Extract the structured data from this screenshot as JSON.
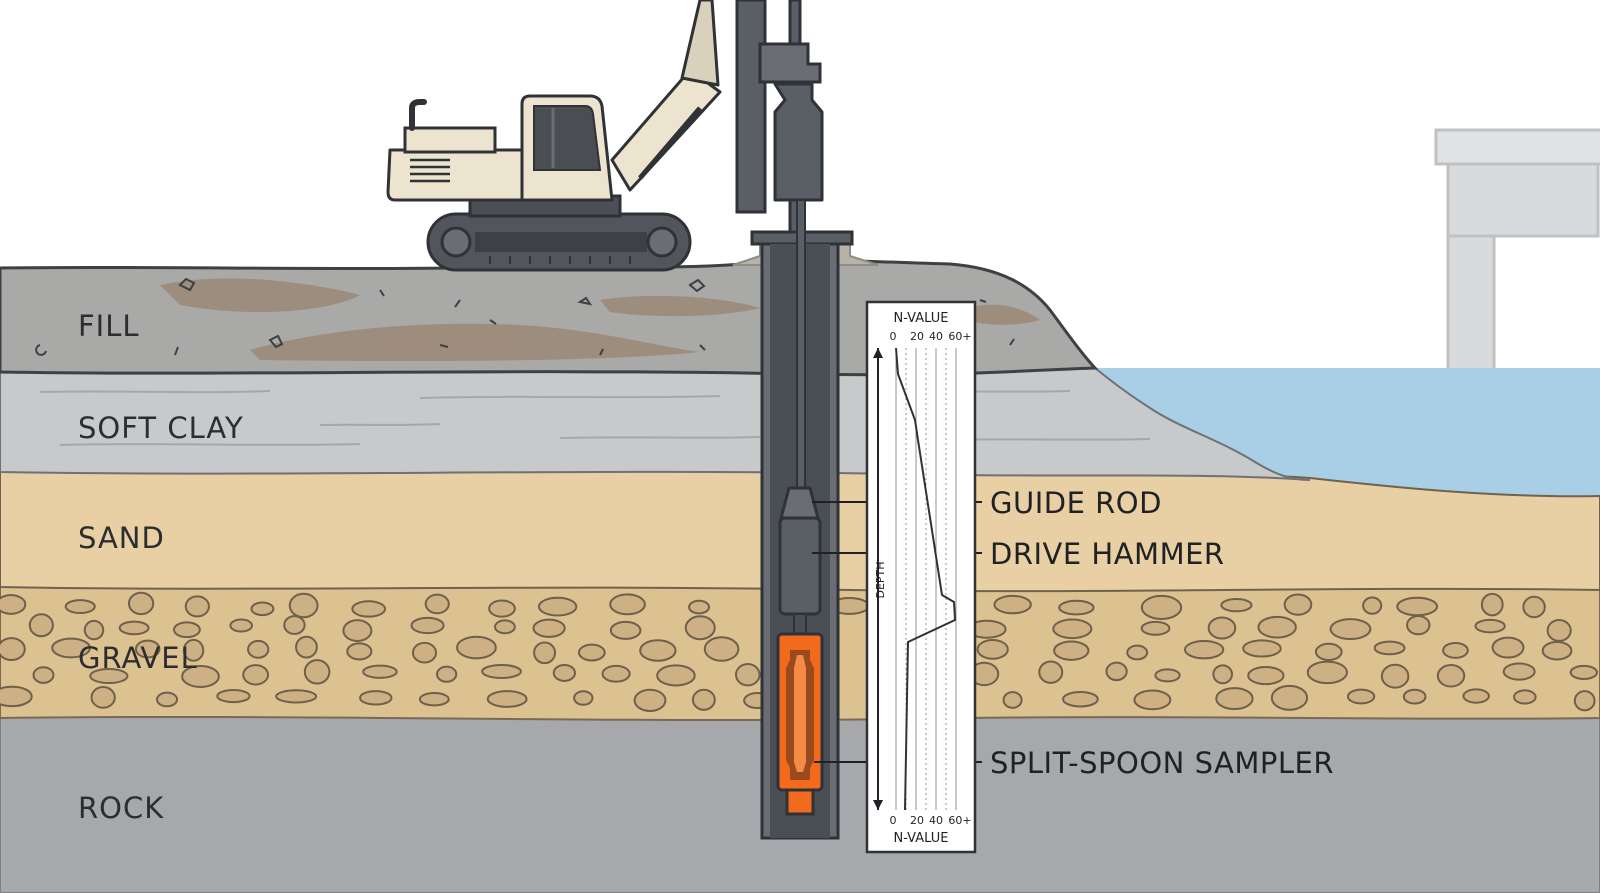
{
  "layers": [
    {
      "id": "fill",
      "label": "FILL"
    },
    {
      "id": "soft-clay",
      "label": "SOFT CLAY"
    },
    {
      "id": "sand",
      "label": "SAND"
    },
    {
      "id": "gravel",
      "label": "GRAVEL"
    },
    {
      "id": "rock",
      "label": "ROCK"
    }
  ],
  "callouts": {
    "guide_rod": "GUIDE ROD",
    "drive_hammer": "DRIVE HAMMER",
    "split_spoon": "SPLIT-SPOON SAMPLER"
  },
  "log_chart": {
    "top_title": "N-VALUE",
    "bottom_title": "N-VALUE",
    "axis_label": "DEPTH",
    "ticks": [
      "0",
      "20",
      "40",
      "60+"
    ]
  },
  "colors": {
    "fill_layer": "#a9a9a7",
    "fill_patches": "#9c8a78",
    "soft_clay": "#c8c9cb",
    "sand": "#e8cfa4",
    "gravel": "#dcc291",
    "pebble": "#cdb184",
    "rock": "#a6a8ab",
    "water": "#a9cfe6",
    "rig_body": "#ece4cf",
    "rig_dark": "#4c4f55",
    "casing": "#5a5e65",
    "sampler": "#f26a1b",
    "sky": "#ffffff"
  },
  "icons": {
    "excavator": "drilling-rig-icon",
    "bridge": "bridge-pier-icon"
  }
}
